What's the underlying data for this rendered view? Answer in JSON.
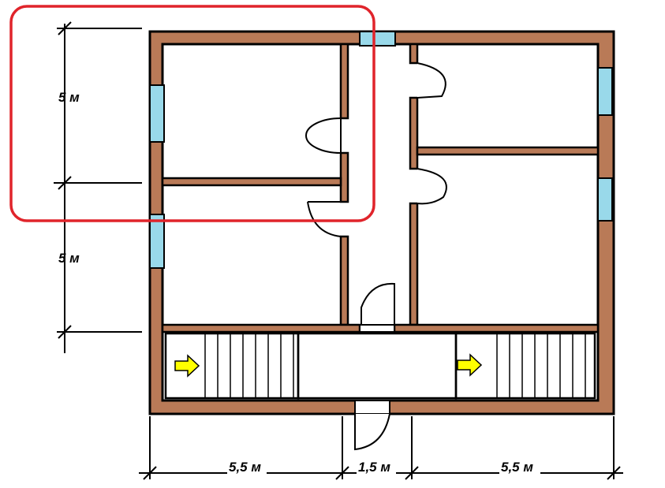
{
  "dimensions": {
    "upper_height": "5 м",
    "lower_height": "5 м",
    "left_width": "5,5 м",
    "middle_width": "1,5 м",
    "right_width": "5,5 м"
  },
  "colors": {
    "wall": "#b97a57",
    "window": "#99d9ea",
    "highlight": "#e0242b",
    "arrow": "#ffff00",
    "line": "#000000"
  },
  "icons": {
    "stair_arrow": "arrow-right-icon",
    "door": "door-swing-icon"
  }
}
